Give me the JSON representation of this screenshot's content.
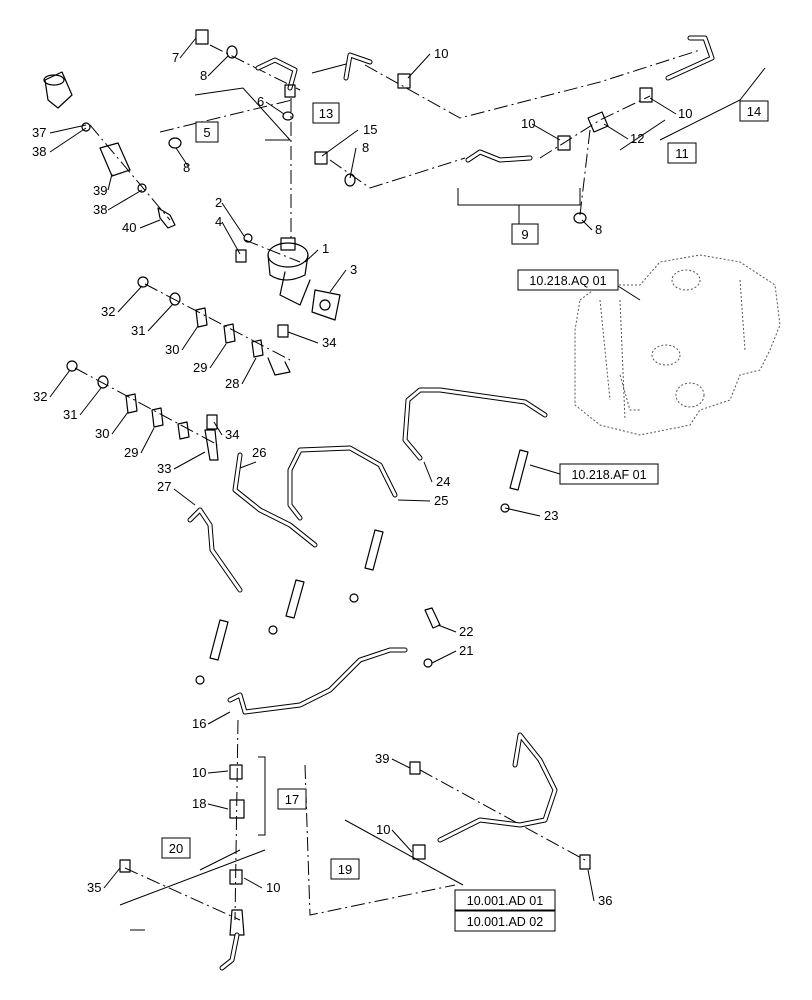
{
  "callouts": [
    "1",
    "2",
    "3",
    "4",
    "5",
    "6",
    "7",
    "8",
    "9",
    "10",
    "11",
    "12",
    "13",
    "14",
    "15",
    "16",
    "17",
    "18",
    "19",
    "20",
    "21",
    "22",
    "23",
    "24",
    "25",
    "26",
    "27",
    "28",
    "29",
    "30",
    "31",
    "32",
    "33",
    "34",
    "35",
    "36",
    "37",
    "38",
    "39",
    "40"
  ],
  "boxed_callouts": {
    "b5": "5",
    "b9": "9",
    "b11": "11",
    "b13": "13",
    "b14": "14",
    "b17": "17",
    "b19": "19",
    "b20": "20"
  },
  "reference_boxes": {
    "aq01": "10.218.AQ 01",
    "af01": "10.218.AF 01",
    "ad01": "10.001.AD 01",
    "ad02": "10.001.AD 02"
  }
}
